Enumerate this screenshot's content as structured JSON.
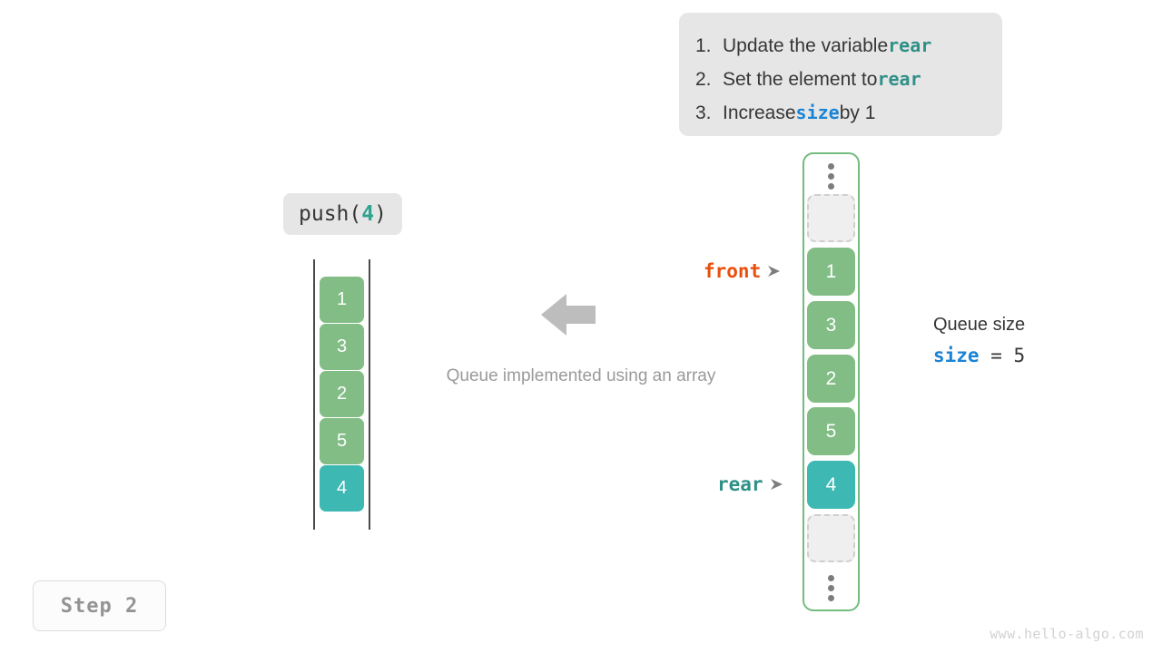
{
  "instructions": {
    "items": [
      {
        "num": "1.",
        "before": "Update the variable ",
        "code": "rear",
        "code_style": "teal",
        "after": ""
      },
      {
        "num": "2.",
        "before": "Set the element to ",
        "code": "rear",
        "code_style": "teal",
        "after": ""
      },
      {
        "num": "3.",
        "before": "Increase ",
        "code": "size",
        "code_style": "blue",
        "after": " by 1"
      }
    ]
  },
  "operation": {
    "name": "push(",
    "arg": "4",
    "close": ")"
  },
  "left_array": {
    "cells": [
      {
        "value": "1",
        "style": "green"
      },
      {
        "value": "3",
        "style": "green"
      },
      {
        "value": "2",
        "style": "green"
      },
      {
        "value": "5",
        "style": "green"
      },
      {
        "value": "4",
        "style": "teal"
      }
    ]
  },
  "caption": "Queue implemented using an array",
  "ring_buffer": {
    "top_ellipsis": "vertical-ellipsis",
    "bottom_ellipsis": "vertical-ellipsis",
    "slots": [
      {
        "value": "",
        "style": "empty"
      },
      {
        "value": "1",
        "style": "green"
      },
      {
        "value": "3",
        "style": "green"
      },
      {
        "value": "2",
        "style": "green"
      },
      {
        "value": "5",
        "style": "green"
      },
      {
        "value": "4",
        "style": "teal"
      },
      {
        "value": "",
        "style": "empty"
      }
    ]
  },
  "pointers": {
    "front": {
      "label": "front",
      "color": "#e8500e"
    },
    "rear": {
      "label": "rear",
      "color": "#2e9087"
    }
  },
  "size_readout": {
    "title": "Queue size",
    "var": "size",
    "equals": " = ",
    "value": "5"
  },
  "step_badge": "Step 2",
  "watermark": "www.hello-algo.com",
  "colors": {
    "green_cell": "#82bd85",
    "teal_cell": "#3eb8b3",
    "teal_text": "#2e9087",
    "blue_text": "#1a84d6",
    "orange_text": "#e8500e",
    "panel_bg": "#e6e6e6",
    "container_border": "#74bb7e",
    "caption_gray": "#9a9a9a",
    "arrow_gray": "#bdbdbd"
  }
}
